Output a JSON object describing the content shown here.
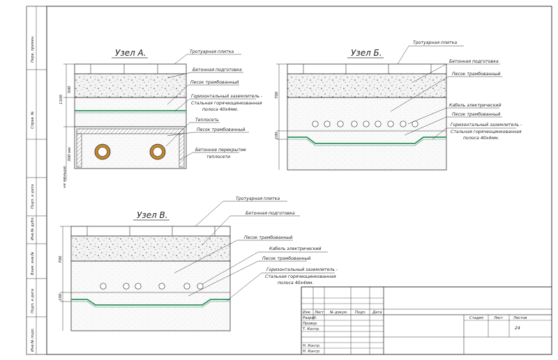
{
  "side_stamp": [
    "Перв. примен.",
    "Справ. №",
    "Подп. и дата",
    "Инв.№ дубл.",
    "Взам. инв.№",
    "Подп. и дата",
    "Инв.№ подл."
  ],
  "node_a": {
    "title": "Узел А.",
    "labels": [
      "Тротуарная плитка",
      "Бетонная подготовка",
      "Песок трамбованный",
      "Горизонтальный заземлитель -",
      "Стальная горячеоцинкованная",
      "полоса 40х4мм.",
      "Теплосеть",
      "Песок трамбованный",
      "Бетонное перекрытие",
      "теплосети"
    ],
    "dims": [
      "1100",
      "500",
      "300 мм",
      "не меньше"
    ]
  },
  "node_b": {
    "title": "Узел Б.",
    "labels": [
      "Тротуарная плитка",
      "Бетонная подготовка",
      "Песок трамбованный",
      "Кабель электрический",
      "Песок трамбованный",
      "Горизонтальный заземлитель -",
      "Стальная горячеоцинкованная",
      "полоса 40х4мм."
    ],
    "dims": [
      "700",
      "100"
    ]
  },
  "node_v": {
    "title": "Узел В.",
    "labels": [
      "Тротуарная плитка",
      "Бетонная подготовка",
      "Песок трамбованный",
      "Кабель электрический",
      "Песок трамбованный",
      "Горизонтальный заземлитель -",
      "Стальная горячеоцинкованная",
      "полоса 40х4мм."
    ],
    "dims": [
      "700",
      "100"
    ]
  },
  "title_block": {
    "header": [
      "Изм.",
      "Лист",
      "№ докум.",
      "Подп.",
      "Дата"
    ],
    "roles": [
      "Разраб.",
      "Провер.",
      "Т. Контр.",
      "Н. Контр.",
      "Н. Контр."
    ],
    "cols": [
      "Стадия",
      "Лист",
      "Листов"
    ],
    "sheets_total": "24"
  }
}
